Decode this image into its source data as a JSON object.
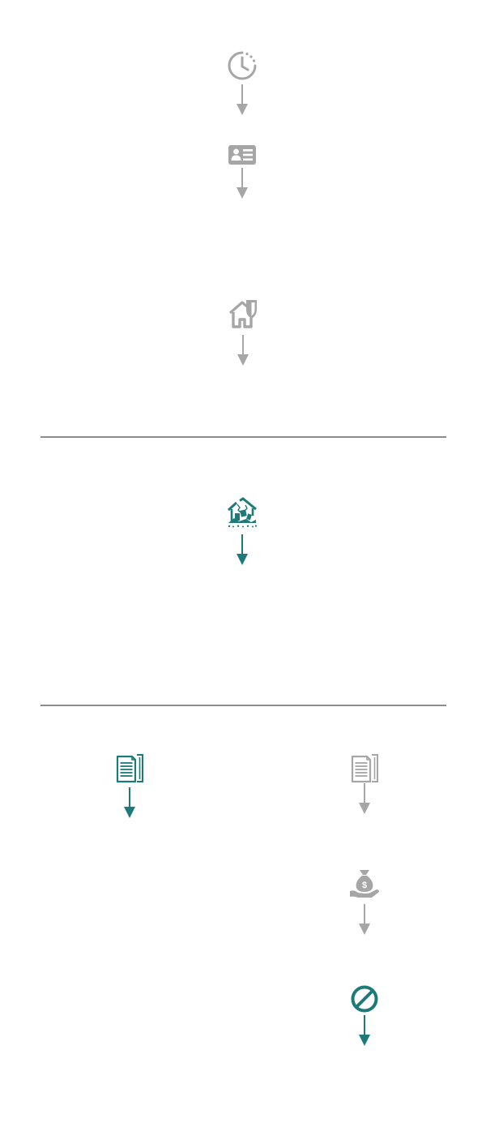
{
  "colors": {
    "gray": "#a6a6a6",
    "teal": "#1c7a78",
    "divider": "#8c8c8c"
  },
  "nodes": [
    {
      "icon": "clock-icon",
      "color": "gray"
    },
    {
      "icon": "id-card-icon",
      "color": "gray"
    },
    {
      "icon": "house-shield-icon",
      "color": "gray"
    },
    {
      "icon": "damaged-house-icon",
      "color": "teal"
    },
    {
      "icon": "document-icon",
      "color": "teal"
    },
    {
      "icon": "document-icon",
      "color": "gray"
    },
    {
      "icon": "money-bag-hand-icon",
      "color": "gray"
    },
    {
      "icon": "prohibited-icon",
      "color": "teal"
    }
  ],
  "dividers": 2
}
